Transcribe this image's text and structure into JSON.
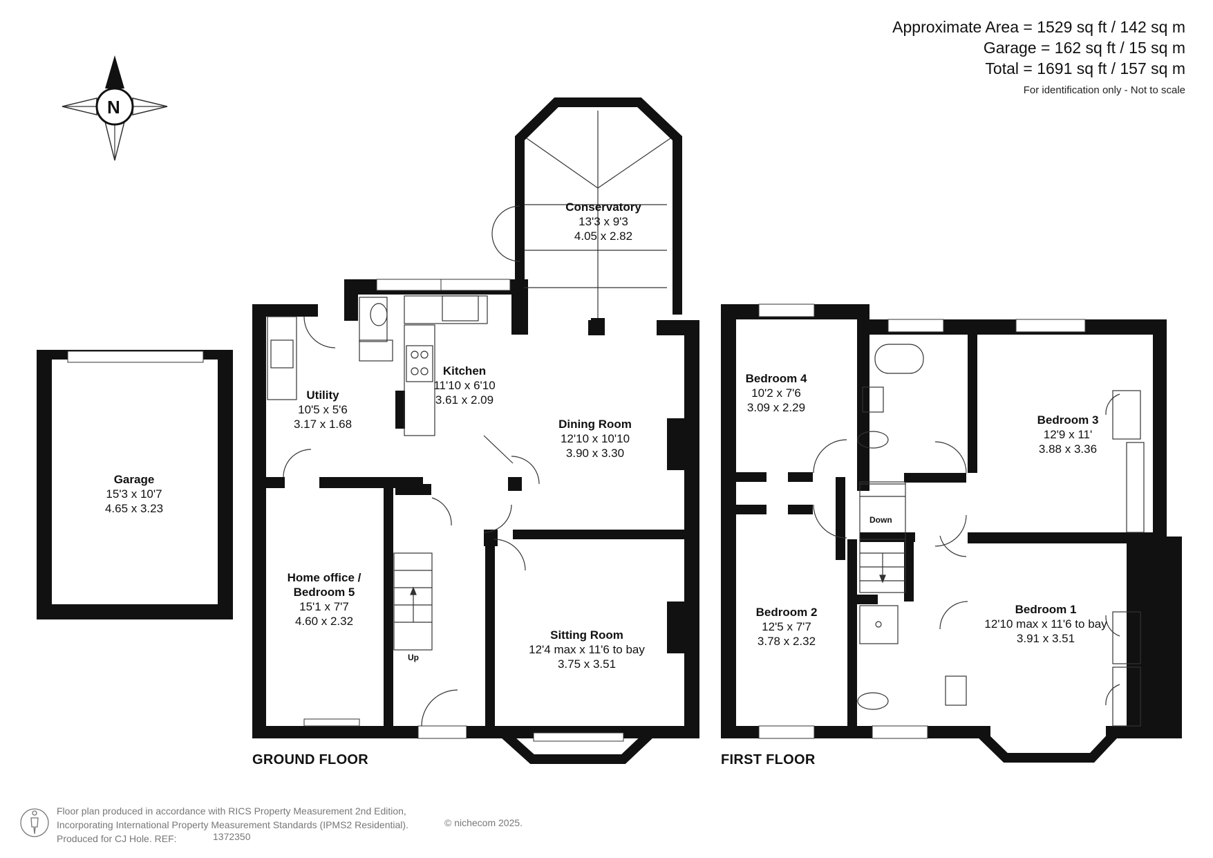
{
  "areas": {
    "approx": "Approximate Area = 1529 sq ft / 142 sq m",
    "garage": "Garage = 162 sq ft / 15 sq m",
    "total": "Total = 1691 sq ft / 157 sq m",
    "note": "For identification only - Not to scale"
  },
  "compass": {
    "letter": "N",
    "icon": "compass-rose-icon"
  },
  "floors": {
    "ground": "GROUND FLOOR",
    "first": "FIRST FLOOR"
  },
  "stairs": {
    "up": "Up",
    "down": "Down"
  },
  "rooms": {
    "garage": {
      "name": "Garage",
      "imperial": "15'3 x 10'7",
      "metric": "4.65 x 3.23"
    },
    "conservatory": {
      "name": "Conservatory",
      "imperial": "13'3 x 9'3",
      "metric": "4.05 x 2.82"
    },
    "utility": {
      "name": "Utility",
      "imperial": "10'5 x 5'6",
      "metric": "3.17 x 1.68"
    },
    "kitchen": {
      "name": "Kitchen",
      "imperial": "11'10 x 6'10",
      "metric": "3.61 x 2.09"
    },
    "dining": {
      "name": "Dining Room",
      "imperial": "12'10 x 10'10",
      "metric": "3.90 x 3.30"
    },
    "office": {
      "name1": "Home office /",
      "name2": "Bedroom 5",
      "imperial": "15'1 x 7'7",
      "metric": "4.60 x 2.32"
    },
    "sitting": {
      "name": "Sitting Room",
      "imperial": "12'4 max x 11'6 to bay",
      "metric": "3.75 x 3.51"
    },
    "bedroom4": {
      "name": "Bedroom 4",
      "imperial": "10'2 x 7'6",
      "metric": "3.09 x 2.29"
    },
    "bedroom3": {
      "name": "Bedroom 3",
      "imperial": "12'9 x 11'",
      "metric": "3.88 x 3.36"
    },
    "bedroom2": {
      "name": "Bedroom 2",
      "imperial": "12'5 x 7'7",
      "metric": "3.78 x 2.32"
    },
    "bedroom1": {
      "name": "Bedroom 1",
      "imperial": "12'10 max x 11'6 to bay",
      "metric": "3.91 x 3.51"
    }
  },
  "footer": {
    "line1": "Floor plan produced in accordance with RICS Property Measurement 2nd Edition,",
    "line2": "Incorporating International Property Measurement Standards (IPMS2 Residential).",
    "line3": "Produced for CJ Hole.   REF:",
    "ref": "1372350",
    "copyright": "© nichecom 2025."
  },
  "colors": {
    "wall": "#111111",
    "line": "#333333",
    "footer": "#777777"
  }
}
